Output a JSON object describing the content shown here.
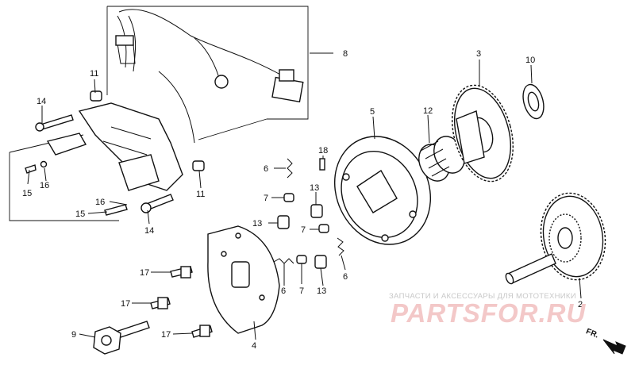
{
  "callouts": {
    "c1": "11",
    "c2": "14",
    "c3": "15",
    "c4": "16",
    "c5": "16",
    "c6": "15",
    "c7": "14",
    "c8": "11",
    "c9": "8",
    "c10": "6",
    "c11": "7",
    "c12": "13",
    "c13": "18",
    "c14": "13",
    "c15": "7",
    "c16": "6",
    "c17": "6",
    "c18": "7",
    "c19": "13",
    "c20": "5",
    "c21": "12",
    "c22": "3",
    "c23": "10",
    "c24": "2",
    "c25": "17",
    "c26": "17",
    "c27": "17",
    "c28": "9",
    "c29": "4"
  },
  "watermark": {
    "tagline": "ЗАПЧАСТИ И АКСЕССУАРЫ ДЛЯ МОТОТЕХНИКИ",
    "brand": "PARTSFOR.RU"
  },
  "direction_marker": {
    "label": "FR."
  },
  "colors": {
    "ink": "#111111",
    "watermark_brand": "#f3c8c8",
    "watermark_tagline": "#c8c8c8"
  }
}
